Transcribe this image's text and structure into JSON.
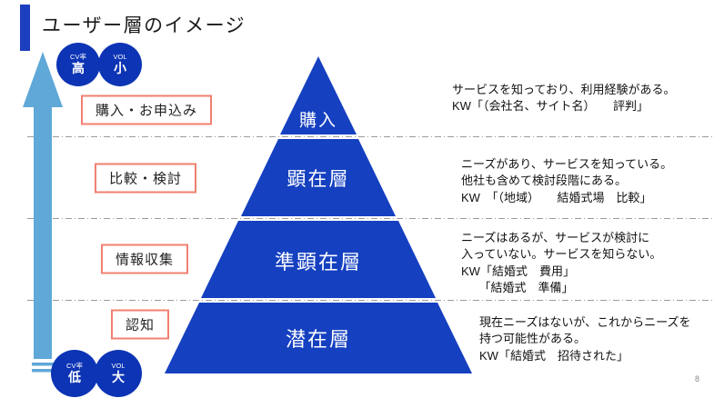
{
  "slide": {
    "title": "ユーザー層のイメージ",
    "page_number": "8"
  },
  "scale": {
    "top": [
      {
        "metric": "CV率",
        "level": "高"
      },
      {
        "metric": "VOL",
        "level": "小"
      }
    ],
    "bottom": [
      {
        "metric": "CV率",
        "level": "低"
      },
      {
        "metric": "VOL",
        "level": "大"
      }
    ]
  },
  "stages": [
    {
      "action": "購入・お申込み",
      "layer": "購入",
      "desc": [
        "サービスを知っており、利用経験がある。",
        "KW「（会社名、サイト名）　　評判」"
      ]
    },
    {
      "action": "比較・検討",
      "layer": "顕在層",
      "desc": [
        "ニーズがあり、サービスを知っている。",
        "他社も含めて検討段階にある。",
        "KW　「（地域）　　結婚式場　比較」"
      ]
    },
    {
      "action": "情報収集",
      "layer": "準顕在層",
      "desc": [
        "ニーズはあるが、サービスが検討に",
        "入っていない。サービスを知らない。",
        "KW「結婚式　費用」",
        "　　「結婚式　準備」"
      ]
    },
    {
      "action": "認知",
      "layer": "潜在層",
      "desc": [
        "現在ニーズはないが、これからニーズを",
        "持つ可能性がある。",
        "KW「結婚式　招待された」"
      ]
    }
  ],
  "colors": {
    "pyramid_blue": "#1540C0",
    "circle_blue": "#0C34B4",
    "arrow_blue": "#5FA8D8",
    "box_border_red": "#F08070",
    "accent_bar_blue": "#1C3FBF",
    "separator_gray": "#9b9b9b"
  }
}
